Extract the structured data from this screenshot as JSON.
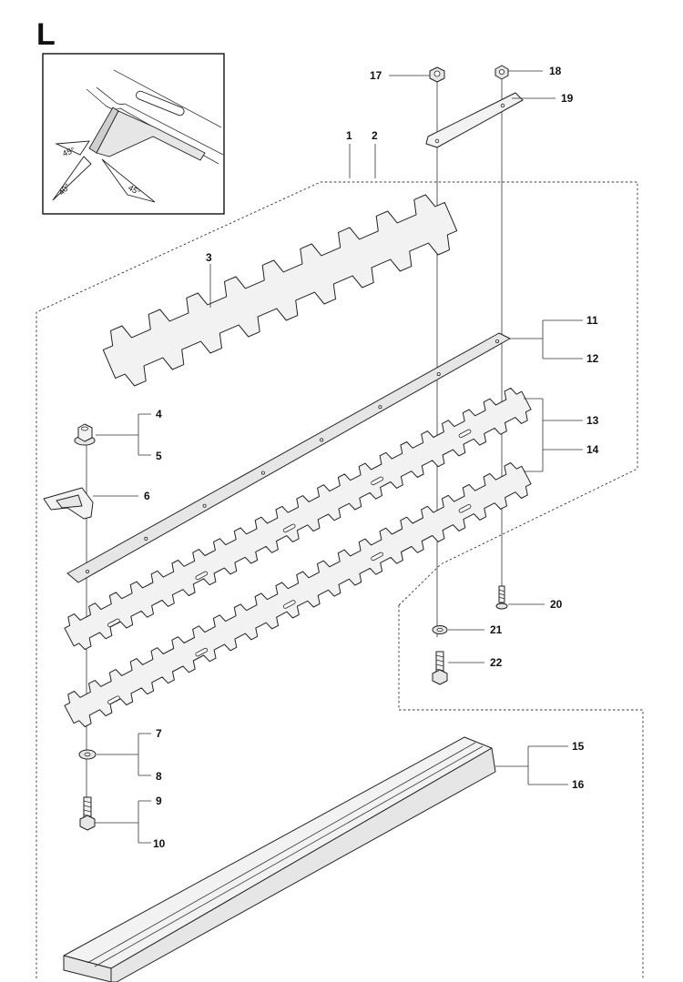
{
  "section_letter": "L",
  "inset": {
    "angles": [
      "45°",
      "40°",
      "45°"
    ]
  },
  "labels": [
    "1",
    "2",
    "3",
    "4",
    "5",
    "6",
    "7",
    "8",
    "9",
    "10",
    "11",
    "12",
    "13",
    "14",
    "15",
    "16",
    "17",
    "18",
    "19",
    "20",
    "21",
    "22"
  ]
}
